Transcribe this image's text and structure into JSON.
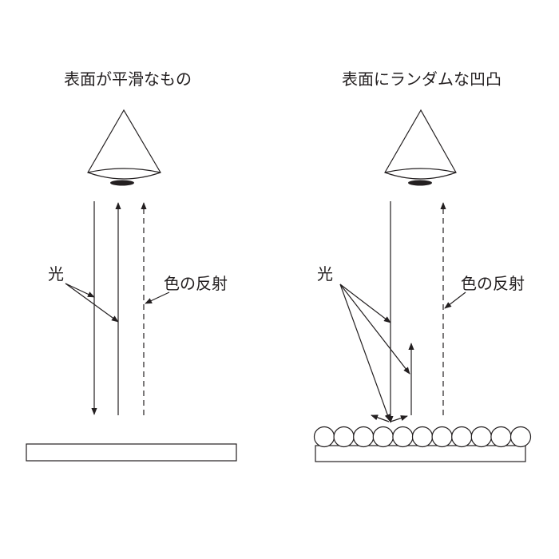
{
  "left_panel": {
    "title": "表面が平滑なもの",
    "light_label": "光",
    "reflection_label": "色の反射"
  },
  "right_panel": {
    "title": "表面にランダムな凹凸",
    "light_label": "光",
    "reflection_label": "色の反射"
  },
  "colors": {
    "ink": "#231f20",
    "background": "#ffffff"
  }
}
